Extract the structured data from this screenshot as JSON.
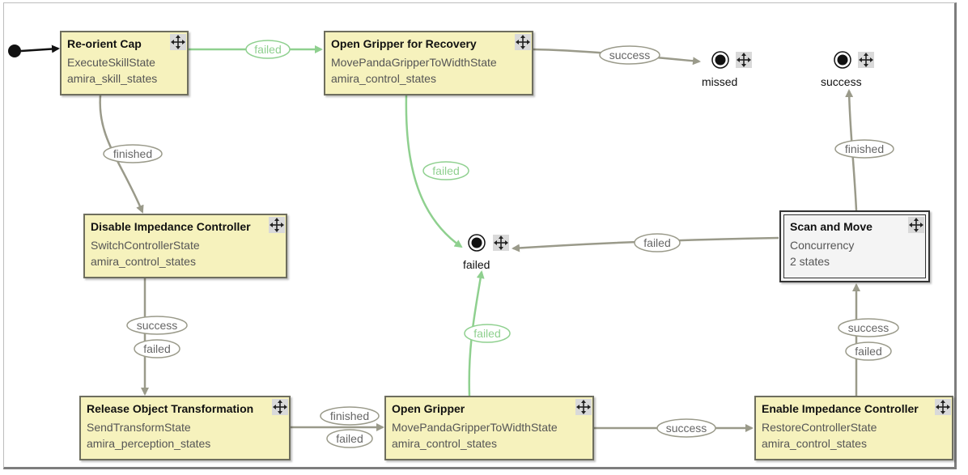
{
  "states": [
    {
      "id": "reorient",
      "title": "Re-orient Cap",
      "class": "ExecuteSkillState",
      "package": "amira_skill_states"
    },
    {
      "id": "open_recovery",
      "title": "Open Gripper for Recovery",
      "class": "MovePandaGripperToWidthState",
      "package": "amira_control_states"
    },
    {
      "id": "disable_imp",
      "title": "Disable Impedance Controller",
      "class": "SwitchControllerState",
      "package": "amira_control_states"
    },
    {
      "id": "scan_move",
      "title": "Scan and Move",
      "class": "Concurrency",
      "package": "2 states"
    },
    {
      "id": "release_obj",
      "title": "Release Object Transformation",
      "class": "SendTransformState",
      "package": "amira_perception_states"
    },
    {
      "id": "open_gripper",
      "title": "Open Gripper",
      "class": "MovePandaGripperToWidthState",
      "package": "amira_control_states"
    },
    {
      "id": "enable_imp",
      "title": "Enable Impedance Controller",
      "class": "RestoreControllerState",
      "package": "amira_control_states"
    }
  ],
  "outcomes": [
    {
      "id": "missed",
      "label": "missed"
    },
    {
      "id": "success",
      "label": "success"
    },
    {
      "id": "failed",
      "label": "failed"
    }
  ],
  "transitions": [
    {
      "id": "t1",
      "label": "failed",
      "color": "#8fd08f"
    },
    {
      "id": "t2",
      "label": "success",
      "color": "#9a9a8a"
    },
    {
      "id": "t3",
      "label": "finished",
      "color": "#9a9a8a"
    },
    {
      "id": "t4",
      "label": "failed",
      "color": "#8fd08f"
    },
    {
      "id": "t5a",
      "label": "success",
      "color": "#9a9a8a"
    },
    {
      "id": "t5b",
      "label": "failed",
      "color": "#9a9a8a"
    },
    {
      "id": "t6",
      "label": "failed",
      "color": "#9a9a8a"
    },
    {
      "id": "t7",
      "label": "finished",
      "color": "#9a9a8a"
    },
    {
      "id": "t8a",
      "label": "finished",
      "color": "#9a9a8a"
    },
    {
      "id": "t8b",
      "label": "failed",
      "color": "#9a9a8a"
    },
    {
      "id": "t9",
      "label": "failed",
      "color": "#8fd08f"
    },
    {
      "id": "t10",
      "label": "success",
      "color": "#9a9a8a"
    },
    {
      "id": "t11a",
      "label": "success",
      "color": "#9a9a8a"
    },
    {
      "id": "t11b",
      "label": "failed",
      "color": "#9a9a8a"
    }
  ],
  "icons": {
    "move": "move-icon",
    "start": "initial-state-dot",
    "outcome": "outcome-marker"
  },
  "colors": {
    "state_fill": "#f6f2bd",
    "container_fill": "#f4f4f4",
    "failed_edge": "#8fd08f",
    "normal_edge": "#9a9a8a"
  }
}
